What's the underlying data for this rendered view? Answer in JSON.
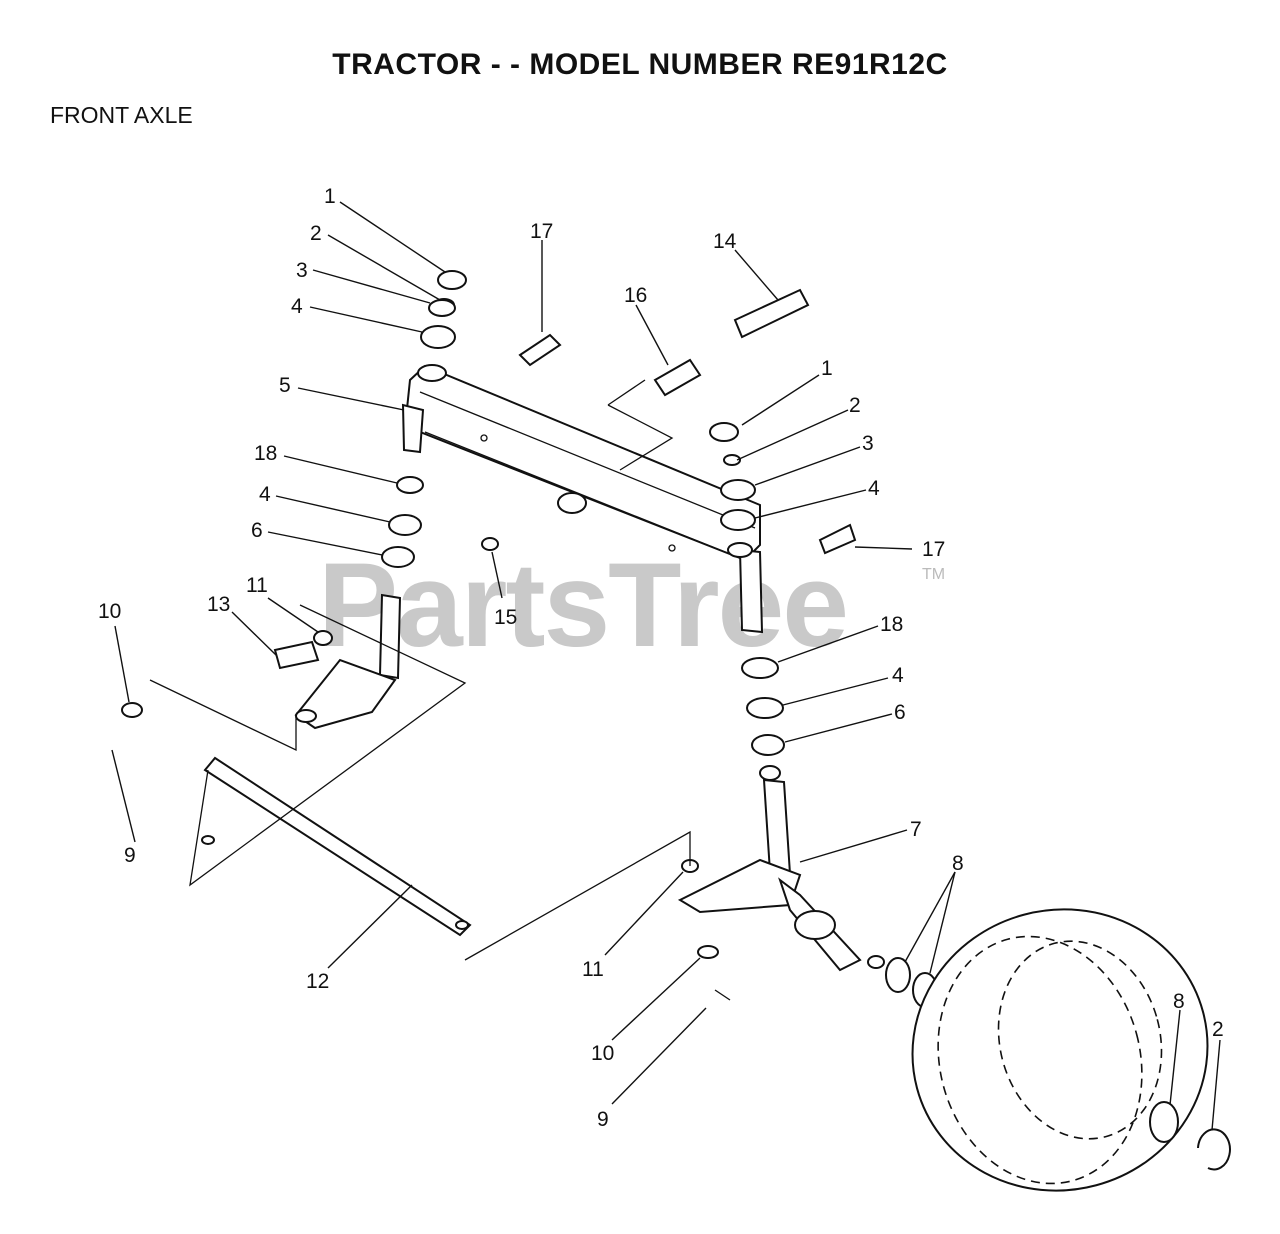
{
  "header": {
    "title": "TRACTOR - - MODEL NUMBER RE91R12C",
    "section": "FRONT AXLE"
  },
  "watermark": {
    "text": "PartsTree",
    "tm": "TM"
  },
  "callouts": [
    "1",
    "2",
    "3",
    "4",
    "17",
    "14",
    "16",
    "5",
    "1",
    "2",
    "3",
    "4",
    "18",
    "4",
    "6",
    "17",
    "15",
    "10",
    "13",
    "11",
    "18",
    "4",
    "6",
    "9",
    "7",
    "8",
    "12",
    "11",
    "10",
    "9",
    "8",
    "2"
  ]
}
